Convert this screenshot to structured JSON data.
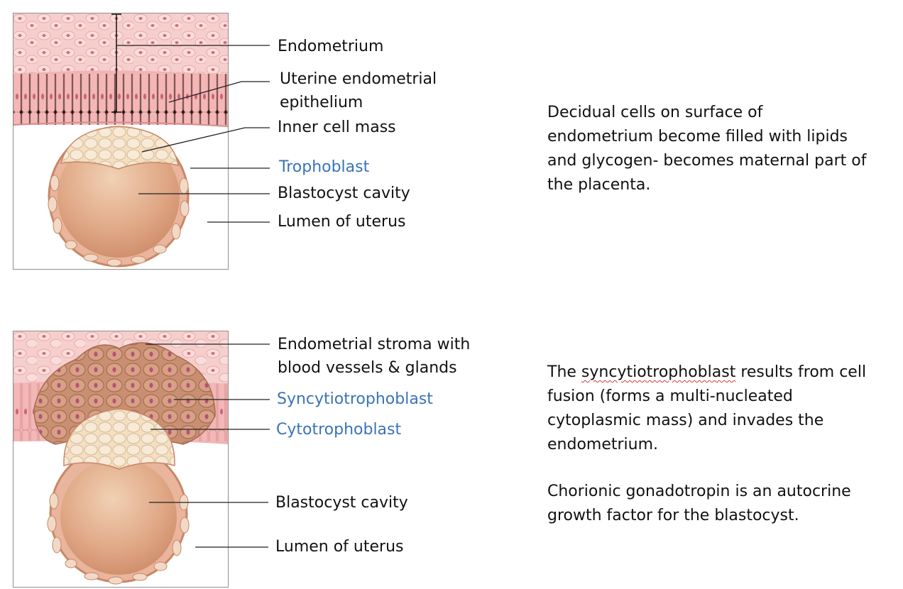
{
  "figure_top": {
    "labels": {
      "endometrium": "Endometrium",
      "uterine_epithelium": "Uterine endometrial\nepithelium",
      "inner_cell_mass": "Inner cell mass",
      "trophoblast": "Trophoblast",
      "blastocyst_cavity": "Blastocyst cavity",
      "lumen_of_uterus": "Lumen of uterus"
    },
    "description": "Decidual cells on surface of\nendometrium become filled with lipids\nand glycogen- becomes maternal part of\nthe placenta."
  },
  "figure_bottom": {
    "labels": {
      "endometrial_stroma": "Endometrial stroma with\nblood vessels & glands",
      "syncytiotrophoblast": "Syncytiotrophoblast",
      "cytotrophoblast": "Cytotrophoblast",
      "blastocyst_cavity": "Blastocyst cavity",
      "lumen_of_uterus": "Lumen of uterus"
    },
    "description": {
      "para1_before": "The ",
      "para1_term": "syncytiotrophoblast",
      "para1_after": " results from cell\nfusion (forms a multi-nucleated\ncytoplasmic mass) and invades the\nendometrium.",
      "para2": "Chorionic gonadotropin is an autocrine\ngrowth factor for the blastocyst."
    }
  },
  "colors": {
    "highlight_label": "#3a73b8",
    "tissue_pink": "#f2c2c0",
    "epithelium_pink": "#e89f9e",
    "blastocyst_cavity": "#d49a74",
    "cell_cream": "#f5e3c7"
  }
}
